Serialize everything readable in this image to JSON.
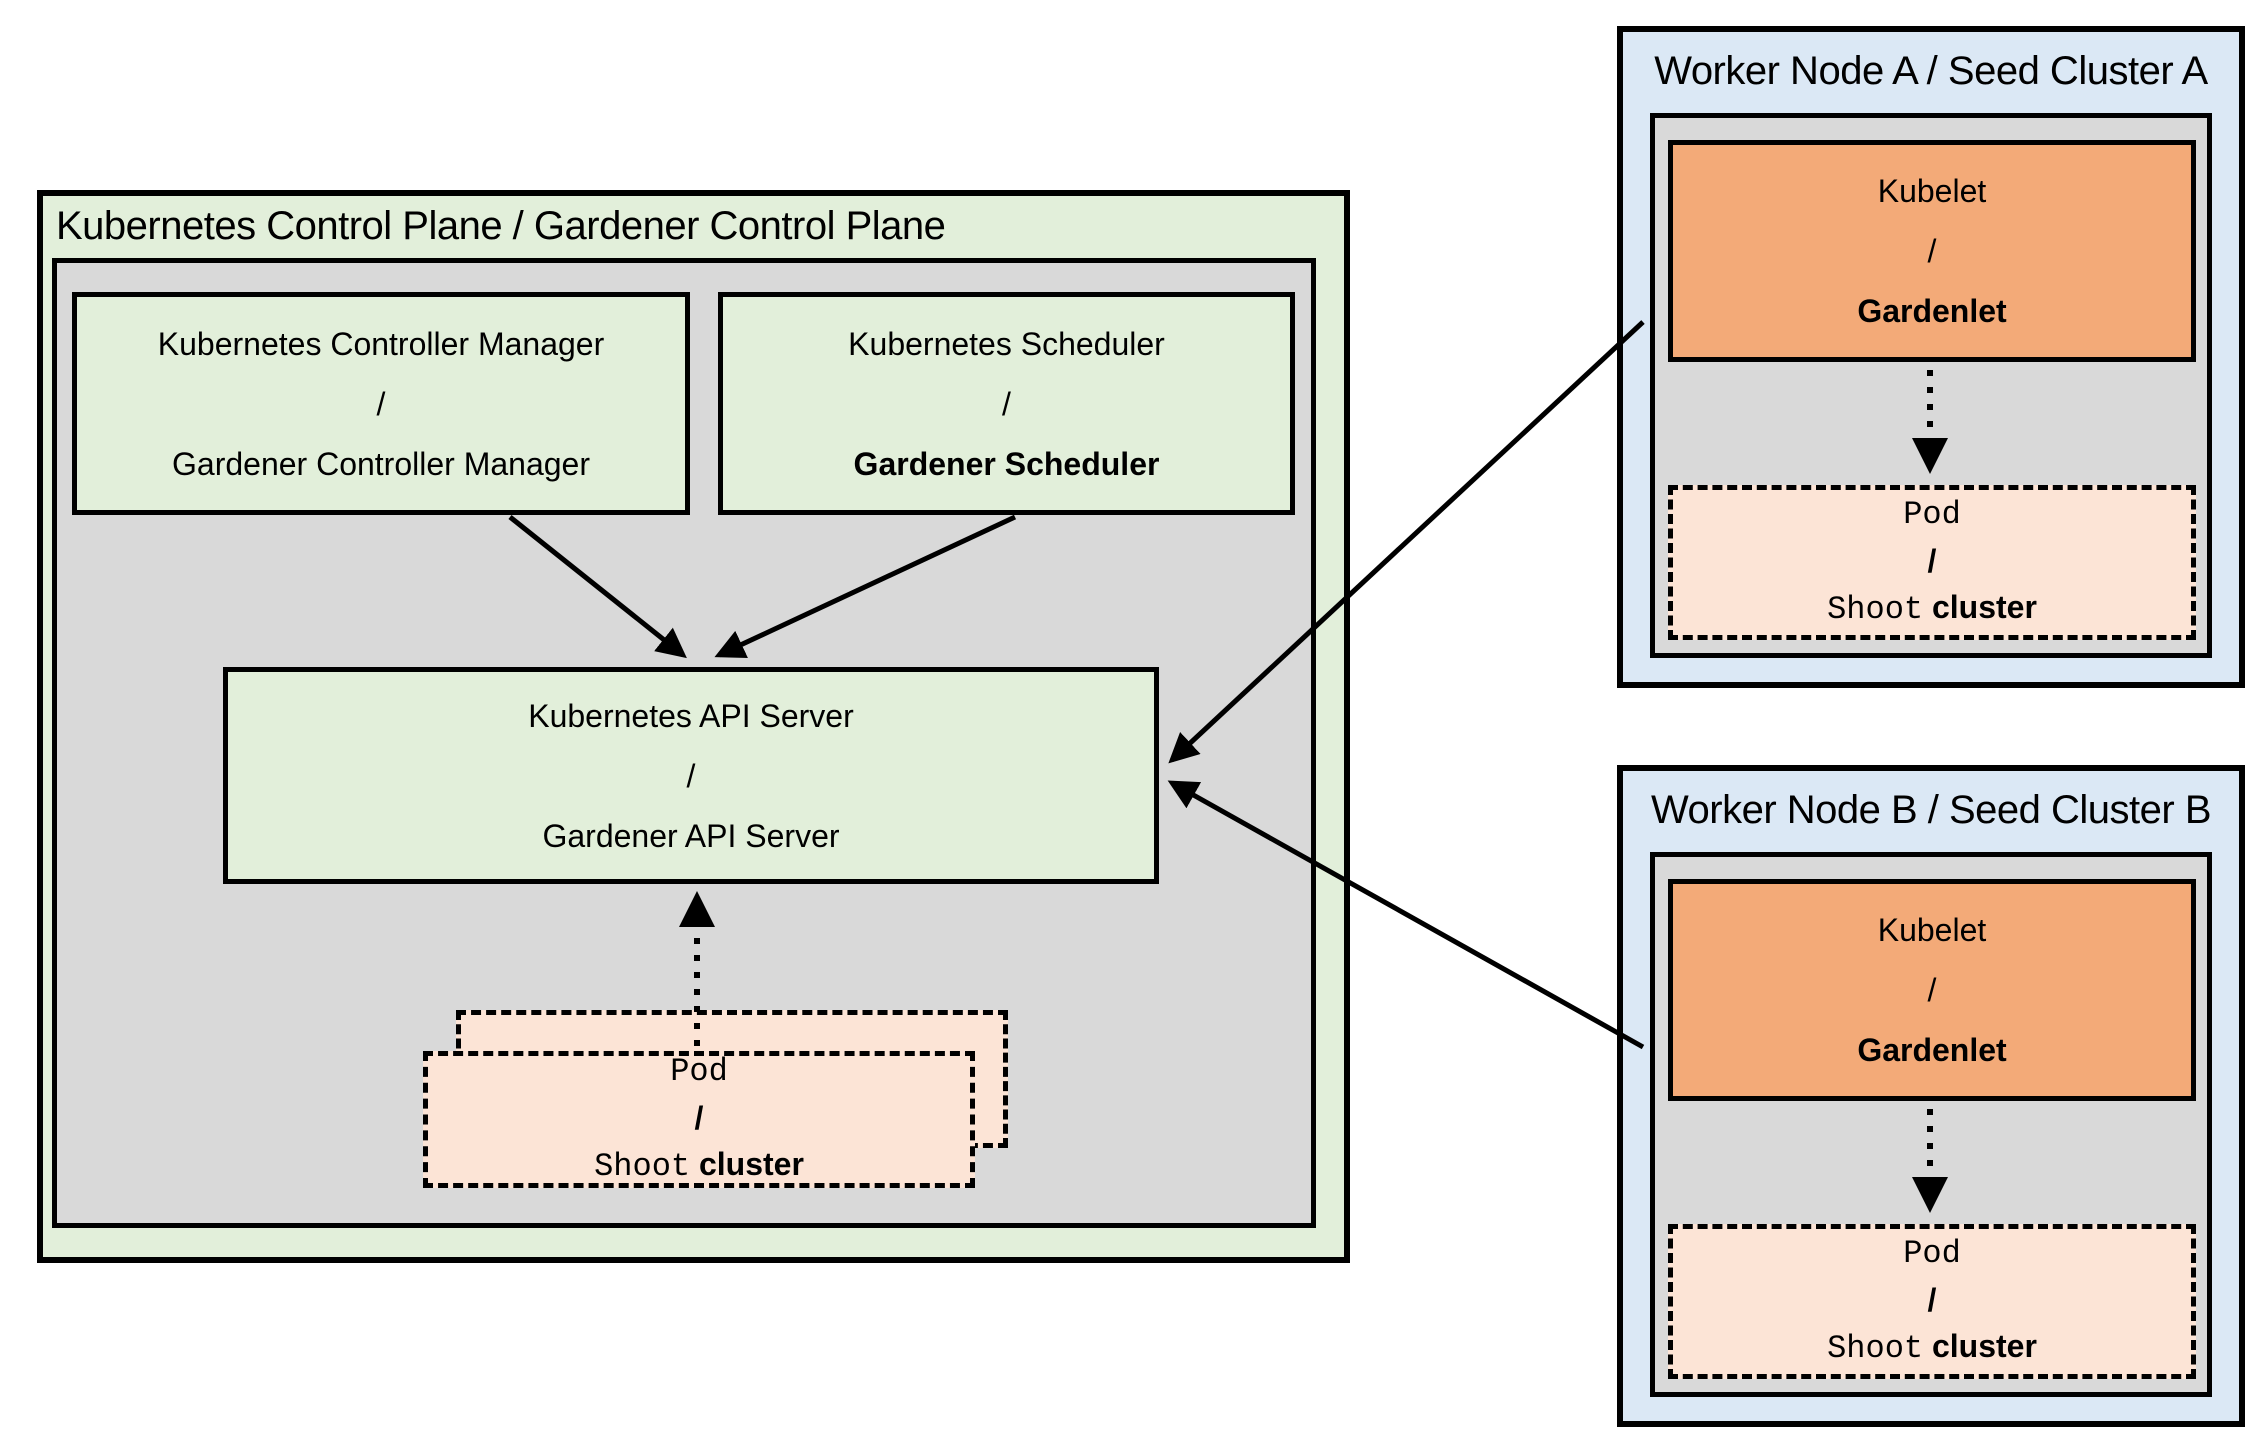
{
  "colors": {
    "outer_green": "#e2efda",
    "inner_gray": "#d9d9d9",
    "node_blue": "#dbe8f5",
    "kubelet_orange": "#f3aa78",
    "pod_peach": "#fce4d6",
    "border_black": "#000000",
    "background_white": "#ffffff"
  },
  "control_plane": {
    "title": "Kubernetes Control Plane / Gardener Control Plane",
    "controller_manager": {
      "line1": "Kubernetes Controller Manager",
      "slash": "/",
      "line2": "Gardener Controller Manager"
    },
    "scheduler": {
      "line1": "Kubernetes Scheduler",
      "slash": "/",
      "line2": "Gardener Scheduler"
    },
    "api_server": {
      "line1": "Kubernetes API Server",
      "slash": "/",
      "line2": "Gardener API Server"
    },
    "pod": {
      "line1": "Pod",
      "slash": "/",
      "line3_mono": "Shoot",
      "line3_plain": "cluster"
    }
  },
  "workers": [
    {
      "title": "Worker Node A / Seed Cluster A",
      "kubelet": {
        "line1": "Kubelet",
        "slash": "/",
        "line2": "Gardenlet"
      },
      "pod": {
        "line1": "Pod",
        "slash": "/",
        "line3_mono": "Shoot",
        "line3_plain": "cluster"
      }
    },
    {
      "title": "Worker Node B / Seed Cluster B",
      "kubelet": {
        "line1": "Kubelet",
        "slash": "/",
        "line2": "Gardenlet"
      },
      "pod": {
        "line1": "Pod",
        "slash": "/",
        "line3_mono": "Shoot",
        "line3_plain": "cluster"
      }
    }
  ]
}
